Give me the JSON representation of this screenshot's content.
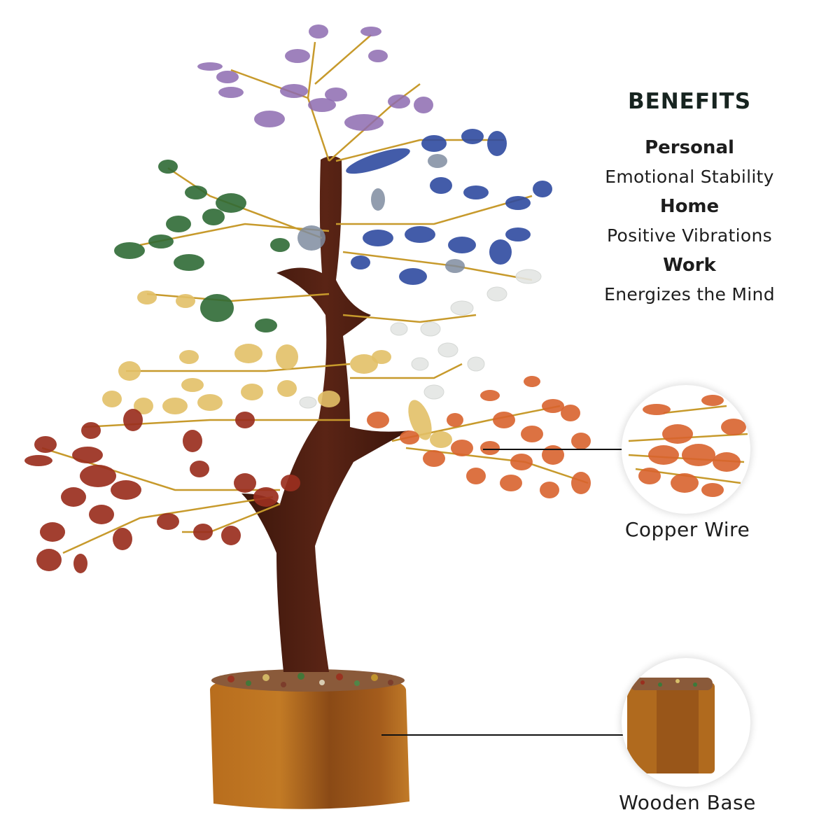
{
  "benefits": {
    "title": "BENEFITS",
    "items": [
      {
        "category": "Personal",
        "description": "Emotional Stability"
      },
      {
        "category": "Home",
        "description": "Positive Vibrations"
      },
      {
        "category": "Work",
        "description": "Energizes the Mind"
      }
    ]
  },
  "callouts": [
    {
      "label": "Copper Wire",
      "icon": "copper-wire-detail"
    },
    {
      "label": "Wooden Base",
      "icon": "wooden-base-detail"
    }
  ],
  "product": {
    "subject": "Gemstone tree with crystal chips on wire branches",
    "stone_colors": {
      "amethyst": "#8d6bb0",
      "lapis": "#2f4aa0",
      "sodalite": "#6f7f96",
      "green_aventurine": "#2f6a35",
      "clear_quartz": "#e8ece8",
      "yellow_aventurine": "#e2c067",
      "carnelian": "#d8632d",
      "red_jasper": "#9a2f1e",
      "trunk": "#4a1f12",
      "wire": "#c79a2c",
      "wood_base": "#b06a1e"
    }
  }
}
